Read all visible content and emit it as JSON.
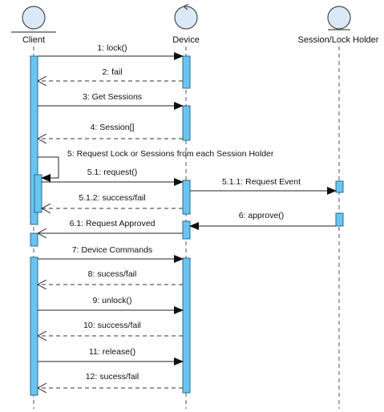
{
  "participants": [
    {
      "id": "client",
      "name": "Client",
      "kind": "actor"
    },
    {
      "id": "device",
      "name": "Device",
      "kind": "control"
    },
    {
      "id": "holder",
      "name": "Session/Lock Holder",
      "kind": "entity"
    }
  ],
  "messages": [
    {
      "id": "m1",
      "label": "1: lock()",
      "from": "client",
      "to": "device",
      "kind": "sync"
    },
    {
      "id": "m2",
      "label": "2: fail",
      "from": "device",
      "to": "client",
      "kind": "return"
    },
    {
      "id": "m3",
      "label": "3: Get Sessions",
      "from": "client",
      "to": "device",
      "kind": "sync"
    },
    {
      "id": "m4",
      "label": "4: Session[]",
      "from": "device",
      "to": "client",
      "kind": "return"
    },
    {
      "id": "m5",
      "label": "5: Request Lock or Sessions from each Session Holder",
      "from": "client",
      "to": "client",
      "kind": "self"
    },
    {
      "id": "m51",
      "label": "5.1: request()",
      "from": "client",
      "to": "device",
      "kind": "sync"
    },
    {
      "id": "m511",
      "label": "5.1.1: Request Event",
      "from": "device",
      "to": "holder",
      "kind": "sync"
    },
    {
      "id": "m512",
      "label": "5.1.2: success/fail",
      "from": "device",
      "to": "client",
      "kind": "return"
    },
    {
      "id": "m6",
      "label": "6: approve()",
      "from": "holder",
      "to": "device",
      "kind": "sync"
    },
    {
      "id": "m61",
      "label": "6.1: Request Approved",
      "from": "device",
      "to": "client",
      "kind": "async"
    },
    {
      "id": "m7",
      "label": "7: Device Commands",
      "from": "client",
      "to": "device",
      "kind": "sync"
    },
    {
      "id": "m8",
      "label": "8: sucess/fail",
      "from": "device",
      "to": "client",
      "kind": "return"
    },
    {
      "id": "m9",
      "label": "9: unlock()",
      "from": "client",
      "to": "device",
      "kind": "sync"
    },
    {
      "id": "m10",
      "label": "10: success/fail",
      "from": "device",
      "to": "client",
      "kind": "return"
    },
    {
      "id": "m11",
      "label": "11: release()",
      "from": "client",
      "to": "device",
      "kind": "sync"
    },
    {
      "id": "m12",
      "label": "12: sucess/fail",
      "from": "device",
      "to": "client",
      "kind": "return"
    }
  ],
  "colors": {
    "activation_fill": "#6ac4f0",
    "activation_stroke": "#2a6b8c",
    "header_fill": "#dbe9f7",
    "header_stroke": "#4a4a4a",
    "line": "#222222",
    "lifeline": "#555555"
  }
}
